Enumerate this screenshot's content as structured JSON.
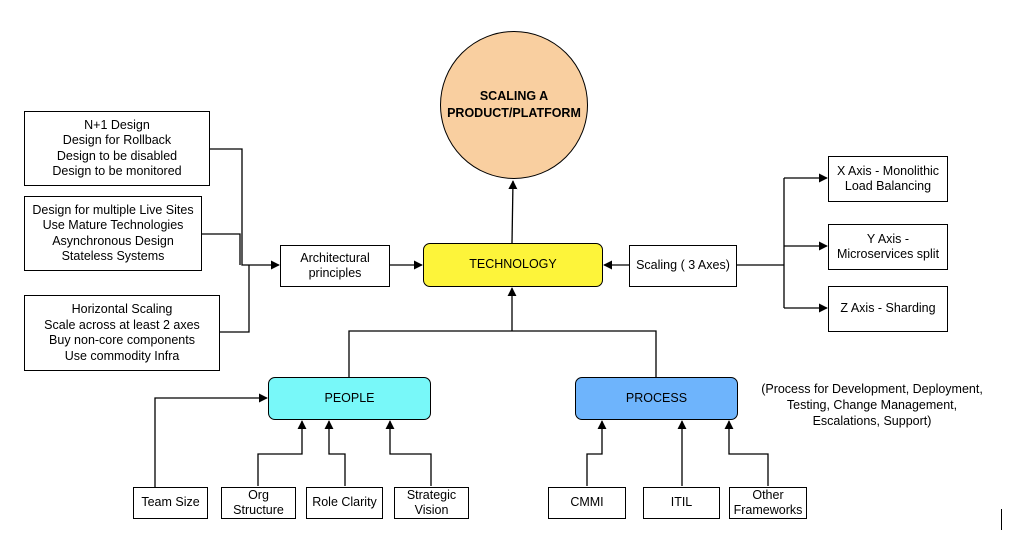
{
  "colors": {
    "goal_fill": "#f9cfa0",
    "technology_fill": "#fdf43a",
    "people_fill": "#78f8f9",
    "process_fill": "#6eb4fc",
    "line": "#000000"
  },
  "goal": {
    "lines": [
      "SCALING A",
      "PRODUCT/PLATFORM"
    ]
  },
  "technology": {
    "label": "TECHNOLOGY"
  },
  "architectural": {
    "label_lines": [
      "Architectural",
      "principles"
    ],
    "groups": [
      {
        "lines": [
          "N+1 Design",
          "Design for Rollback",
          "Design to be disabled",
          "Design to be monitored"
        ]
      },
      {
        "lines": [
          "Design for multiple Live Sites",
          "Use Mature Technologies",
          "Asynchronous Design",
          "Stateless Systems"
        ]
      },
      {
        "lines": [
          "Horizontal Scaling",
          "Scale across at least 2 axes",
          "Buy non-core components",
          "Use commodity Infra"
        ]
      }
    ]
  },
  "scaling": {
    "label": "Scaling ( 3 Axes)",
    "axes": [
      {
        "lines": [
          "X Axis - Monolithic",
          "Load Balancing"
        ]
      },
      {
        "lines": [
          "Y Axis -",
          "Microservices split"
        ]
      },
      {
        "lines": [
          "Z Axis - Sharding"
        ]
      }
    ]
  },
  "people": {
    "label": "PEOPLE",
    "children": [
      {
        "lines": [
          "Team Size"
        ]
      },
      {
        "lines": [
          "Org",
          "Structure"
        ]
      },
      {
        "lines": [
          "Role Clarity"
        ]
      },
      {
        "lines": [
          "Strategic",
          "Vision"
        ]
      }
    ]
  },
  "process": {
    "label": "PROCESS",
    "note_lines": [
      "(Process for Development, Deployment,",
      "Testing, Change Management,",
      "Escalations, Support)"
    ],
    "children": [
      {
        "lines": [
          "CMMI"
        ]
      },
      {
        "lines": [
          "ITIL"
        ]
      },
      {
        "lines": [
          "Other",
          "Frameworks"
        ]
      }
    ]
  }
}
